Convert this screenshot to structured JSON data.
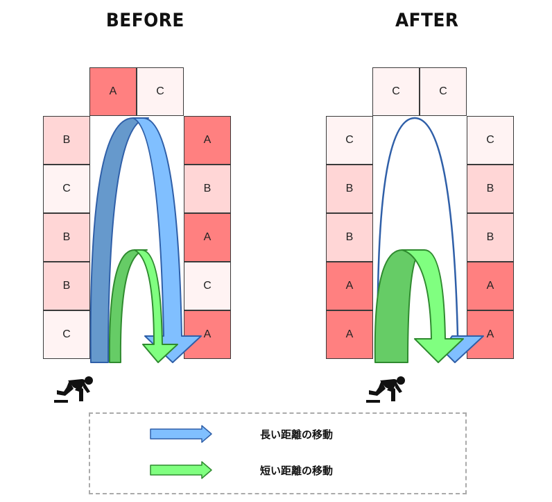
{
  "before": {
    "title": "BEFORE",
    "top": [
      "A",
      "C"
    ],
    "left": [
      "B",
      "C",
      "B",
      "B",
      "C"
    ],
    "right": [
      "A",
      "B",
      "A",
      "C",
      "A"
    ]
  },
  "after": {
    "title": "AFTER",
    "top": [
      "C",
      "C"
    ],
    "left": [
      "C",
      "B",
      "B",
      "A",
      "A"
    ],
    "right": [
      "C",
      "B",
      "B",
      "A",
      "A"
    ]
  },
  "legend": {
    "long_label": "長い距離の移動",
    "short_label": "短い距離の移動"
  },
  "colors": {
    "A": "#ff8080",
    "B": "#ffd6d6",
    "C": "#fff3f3",
    "long_arrow": "#80bfff",
    "long_arrow_dark": "#6699cc",
    "short_arrow": "#80ff80",
    "short_arrow_dark": "#66cc66"
  }
}
